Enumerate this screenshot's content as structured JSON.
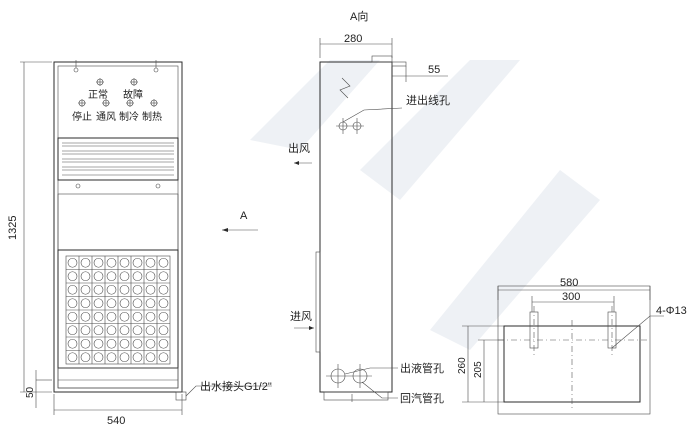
{
  "labels": {
    "view_a": "A向",
    "dim_280": "280",
    "dim_55": "55",
    "cable_hole": "进出线孔",
    "air_out": "出风",
    "air_in": "进风",
    "arrow_a": "A",
    "liquid_pipe_hole": "出液管孔",
    "gas_return_hole": "回汽管孔",
    "water_outlet": "出水接头G1/2\"",
    "dim_1325": "1325",
    "dim_50": "50",
    "dim_540": "540",
    "dim_580": "580",
    "dim_300": "300",
    "dim_260": "260",
    "dim_205": "205",
    "hole_spec": "4-Φ13"
  },
  "panel": {
    "row1": [
      "正常",
      "故障"
    ],
    "row2": [
      "停止",
      "通风",
      "制冷",
      "制热"
    ]
  }
}
